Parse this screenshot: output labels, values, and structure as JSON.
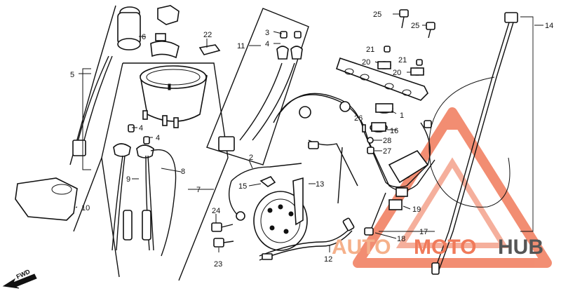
{
  "diagram": {
    "direction_label": "FWD",
    "callouts": [
      {
        "id": "1",
        "label": "1"
      },
      {
        "id": "2",
        "label": "2"
      },
      {
        "id": "3",
        "label": "3"
      },
      {
        "id": "4a",
        "label": "4"
      },
      {
        "id": "4b",
        "label": "4"
      },
      {
        "id": "4c",
        "label": "4"
      },
      {
        "id": "5",
        "label": "5"
      },
      {
        "id": "6",
        "label": "6"
      },
      {
        "id": "7",
        "label": "7"
      },
      {
        "id": "8",
        "label": "8"
      },
      {
        "id": "9",
        "label": "9"
      },
      {
        "id": "10",
        "label": "10"
      },
      {
        "id": "11",
        "label": "11"
      },
      {
        "id": "12",
        "label": "12"
      },
      {
        "id": "13",
        "label": "13"
      },
      {
        "id": "14",
        "label": "14"
      },
      {
        "id": "15",
        "label": "15"
      },
      {
        "id": "16",
        "label": "16"
      },
      {
        "id": "17",
        "label": "17"
      },
      {
        "id": "18",
        "label": "18"
      },
      {
        "id": "19",
        "label": "19"
      },
      {
        "id": "20a",
        "label": "20"
      },
      {
        "id": "20b",
        "label": "20"
      },
      {
        "id": "21a",
        "label": "21"
      },
      {
        "id": "21b",
        "label": "21"
      },
      {
        "id": "22",
        "label": "22"
      },
      {
        "id": "23",
        "label": "23"
      },
      {
        "id": "24",
        "label": "24"
      },
      {
        "id": "25a",
        "label": "25"
      },
      {
        "id": "25b",
        "label": "25"
      },
      {
        "id": "26",
        "label": "26"
      },
      {
        "id": "27",
        "label": "27"
      },
      {
        "id": "28",
        "label": "28"
      }
    ]
  },
  "watermark": {
    "word_1": "AUTO",
    "word_2": "MOTO",
    "word_3": "HUB",
    "colors": {
      "primary": "#f07a5a",
      "accent": "#f5b08a",
      "dark": "#555555"
    }
  }
}
